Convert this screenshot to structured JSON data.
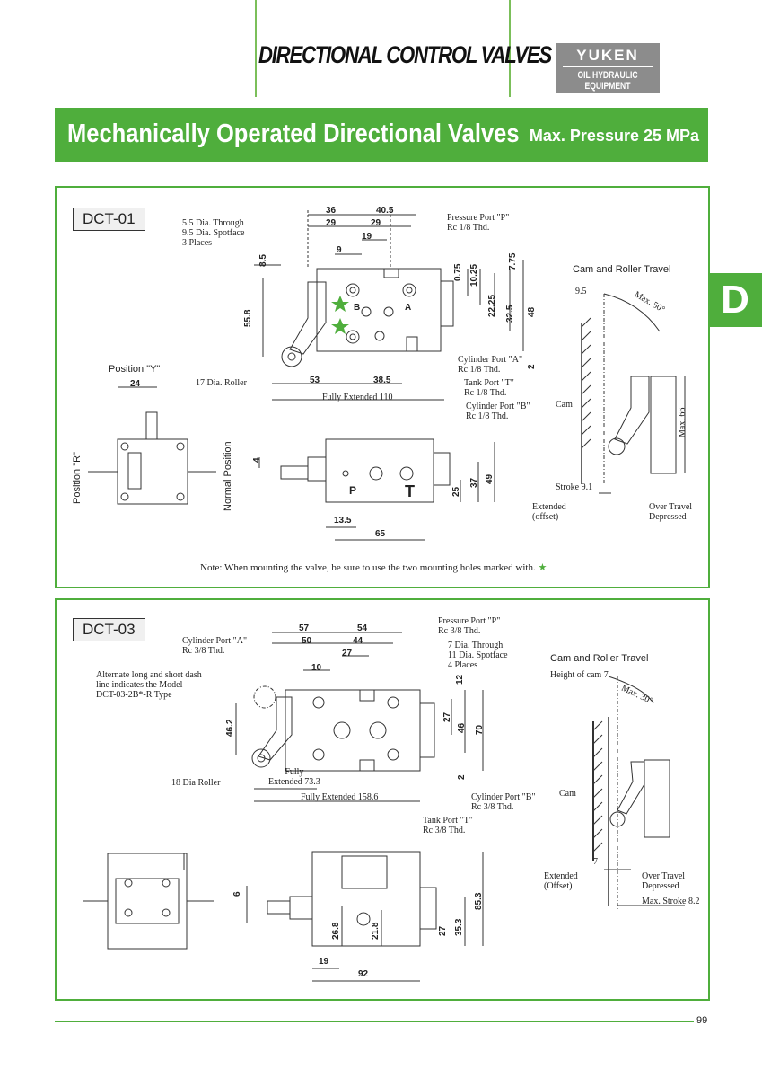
{
  "header": {
    "section_title": "DIRECTIONAL CONTROL VALVES",
    "logo_brand": "YUKEN",
    "logo_sub": "OIL HYDRAULIC EQUIPMENT"
  },
  "banner": {
    "title": "Mechanically Operated Directional Valves",
    "pressure": "Max. Pressure 25 MPa"
  },
  "side_tab": "D",
  "dct01": {
    "model": "DCT-01",
    "notes": {
      "holes_l1": "5.5 Dia. Through",
      "holes_l2": "9.5 Dia. Spotface",
      "holes_l3": "3 Places",
      "p_port_l1": "Pressure Port \"P\"",
      "p_port_l2": "Rc 1/8 Thd.",
      "a_port_l1": "Cylinder Port \"A\"",
      "a_port_l2": "Rc 1/8 Thd.",
      "t_port_l1": "Tank Port \"T\"",
      "t_port_l2": "Rc 1/8 Thd.",
      "b_port_l1": "Cylinder Port \"B\"",
      "b_port_l2": "Rc 1/8 Thd.",
      "roller": "17 Dia. Roller",
      "fully_extended": "Fully Extended 110",
      "position_y": "Position \"Y\"",
      "position_r": "Position \"R\"",
      "normal_position": "Normal Position",
      "port_b": "B",
      "port_a": "A",
      "port_p": "P",
      "port_t": "T"
    },
    "dims": {
      "d36": "36",
      "d40_5": "40.5",
      "d29a": "29",
      "d29b": "29",
      "d19": "19",
      "d9": "9",
      "d8_5": "8.5",
      "d55_8": "55.8",
      "d0_75": "0.75",
      "d10_25": "10.25",
      "d7_75": "7.75",
      "d22_25": "22.25",
      "d32_5": "32.5",
      "d48": "48",
      "d2": "2",
      "d53": "53",
      "d38_5": "38.5",
      "d24": "24",
      "d4": "4",
      "d13_5": "13.5",
      "d65": "65",
      "d25": "25",
      "d37": "37",
      "d49": "49"
    },
    "cam": {
      "title": "Cam and Roller Travel",
      "d9_5": "9.5",
      "max_angle": "Max. 50°",
      "cam": "Cam",
      "max66": "Max. 66",
      "stroke": "Stroke 9.1",
      "extended_l1": "Extended",
      "extended_l2": "(offset)",
      "overtravel_l1": "Over Travel",
      "overtravel_l2": "Depressed"
    },
    "note_text": "Note: When mounting the valve, be sure to use the two mounting holes marked with.",
    "note_star": "★"
  },
  "dct03": {
    "model": "DCT-03",
    "notes": {
      "a_port_l1": "Cylinder Port \"A\"",
      "a_port_l2": "Rc 3/8 Thd.",
      "alt_l1": "Alternate long and short dash",
      "alt_l2": "line indicates the Model",
      "alt_l3": "DCT-03-2B*-R Type",
      "p_port_l1": "Pressure Port \"P\"",
      "p_port_l2": "Rc 3/8 Thd.",
      "holes_l1": "7 Dia. Through",
      "holes_l2": "11 Dia. Spotface",
      "holes_l3": "4 Places",
      "roller": "18 Dia Roller",
      "fully_l1": "Fully",
      "fully_l2": "Extended 73.3",
      "fully_extended": "Fully Extended 158.6",
      "b_port_l1": "Cylinder Port \"B\"",
      "b_port_l2": "Rc 3/8 Thd.",
      "t_port_l1": "Tank Port \"T\"",
      "t_port_l2": "Rc 3/8 Thd."
    },
    "dims": {
      "d57": "57",
      "d54": "54",
      "d50": "50",
      "d44": "44",
      "d27a": "27",
      "d10": "10",
      "d12": "12",
      "d46_2": "46.2",
      "d27b": "27",
      "d46": "46",
      "d70": "70",
      "d2": "2",
      "d6": "6",
      "d26_8": "26.8",
      "d21_8": "21.8",
      "d27c": "27",
      "d35_3": "35.3",
      "d85_3": "85.3",
      "d19": "19",
      "d92": "92"
    },
    "cam": {
      "title": "Cam and Roller Travel",
      "height": "Height of cam 7",
      "max_angle": "Max. 30°",
      "cam": "Cam",
      "d7": "7",
      "extended_l1": "Extended",
      "extended_l2": "(Offset)",
      "overtravel_l1": "Over Travel",
      "overtravel_l2": "Depressed",
      "max_stroke": "Max. Stroke 8.2"
    }
  },
  "page_number": "99",
  "colors": {
    "accent": "#4fae3c",
    "logo_gray": "#8c8c8c"
  }
}
